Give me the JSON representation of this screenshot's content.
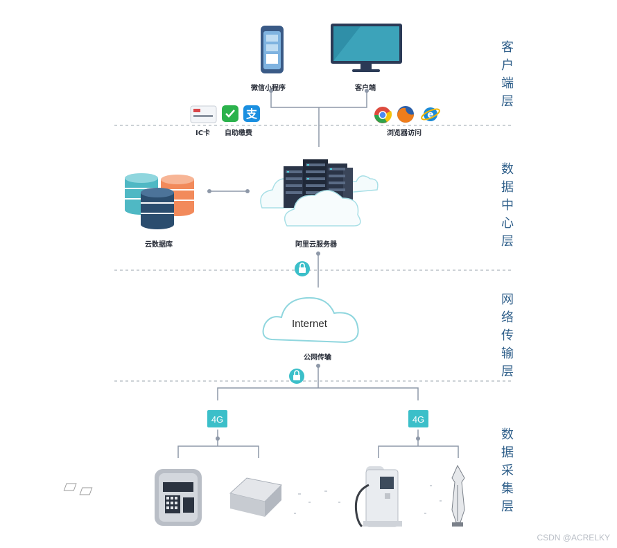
{
  "layers": {
    "client": "客户端层",
    "datacenter": "数据中心层",
    "network": "网络传输层",
    "collection": "数据采集层"
  },
  "nodes": {
    "mini_program": "微信小程序",
    "client_end": "客户端",
    "ic_card": "IC卡",
    "self_pay": "自助缴费",
    "browser": "浏览器访问",
    "cloud_db": "云数据库",
    "aliyun_server": "阿里云服务器",
    "internet": "Internet",
    "public_transfer": "公网传输",
    "net_4g_left": "4G",
    "net_4g_right": "4G"
  },
  "watermark": "CSDN @ACRELKY",
  "colors": {
    "accent": "#3bbfc9",
    "line": "#8e98a8",
    "layer_text": "#2f5f8a",
    "db_teal": "#4fb8c4",
    "db_orange": "#f28a5b",
    "db_navy": "#2b4d6e"
  }
}
